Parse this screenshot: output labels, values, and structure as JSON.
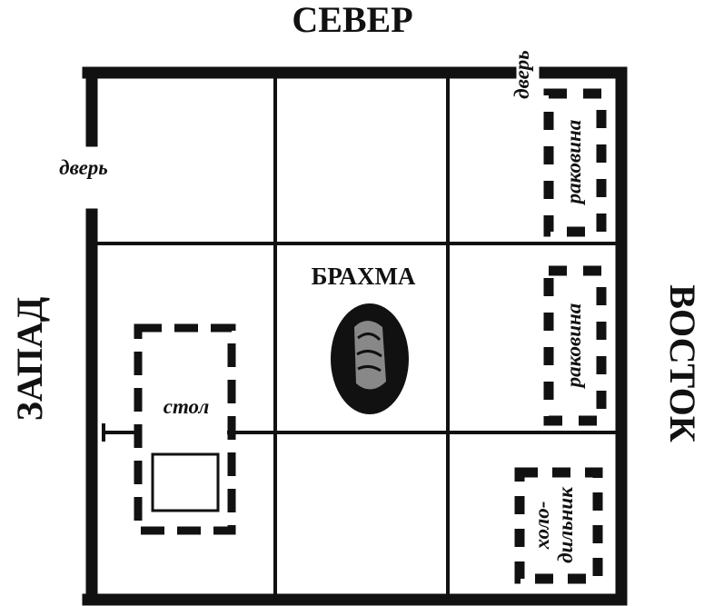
{
  "directions": {
    "north": "СЕВЕР",
    "west": "ЗАПАД",
    "east": "ВОСТОК"
  },
  "labels": {
    "door_west": "дверь",
    "door_north": "дверь",
    "table": "стол",
    "center": "БРАХМА",
    "sink_1": "раковина",
    "sink_2": "раковина",
    "fridge_line1": "холо-",
    "fridge_line2": "дильник"
  }
}
